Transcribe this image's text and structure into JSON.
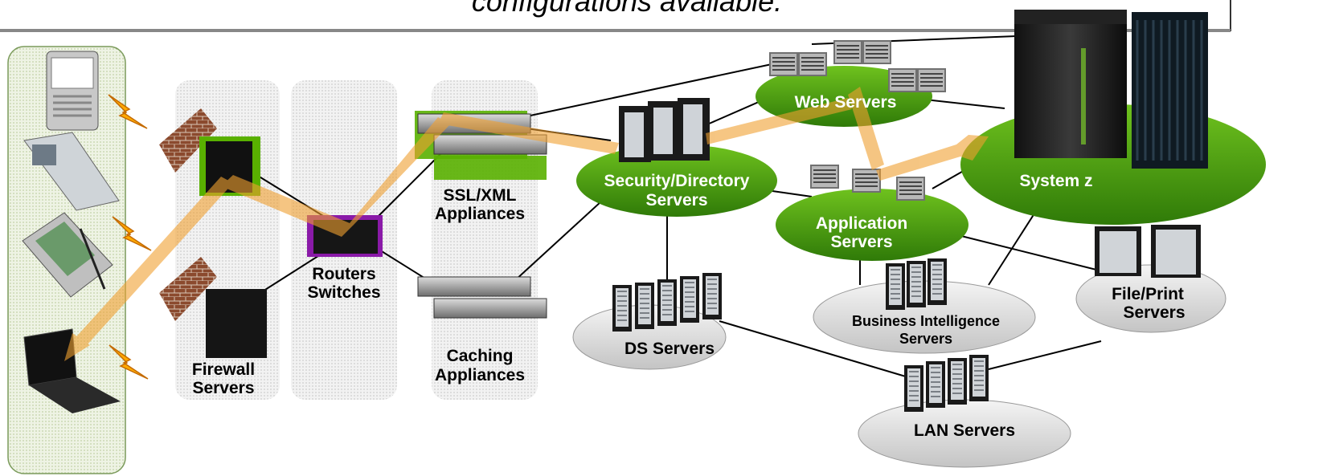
{
  "caption": "configurations available.",
  "labels": {
    "web_servers": "Web Servers",
    "system_z": "System z",
    "security_line1": "Security/Directory",
    "security_line2": "Servers",
    "application_line1": "Application",
    "application_line2": "Servers",
    "ssl_line1": "SSL/XML",
    "ssl_line2": "Appliances",
    "routers_line1": "Routers",
    "routers_line2": "Switches",
    "firewall_line1": "Firewall",
    "firewall_line2": "Servers",
    "caching_line1": "Caching",
    "caching_line2": "Appliances",
    "ds_servers": "DS Servers",
    "bi_line1": "Business Intelligence",
    "bi_line2": "Servers",
    "fileprint_line1": "File/Print",
    "fileprint_line2": "Servers",
    "lan_servers": "LAN Servers"
  },
  "colors": {
    "green_zone": "#4a9a10",
    "grey_zone": "#d9d9d9",
    "flow_arrow": "#f0a030",
    "lightning": "#ffaa00",
    "router_highlight": "#8a1aa8"
  }
}
